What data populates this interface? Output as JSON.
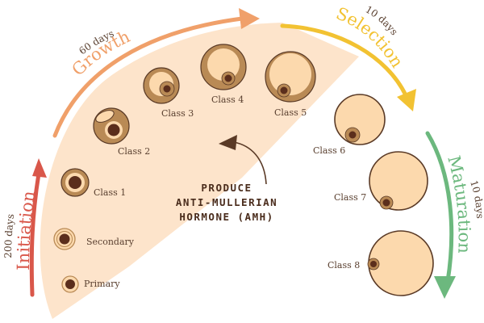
{
  "phases": [
    {
      "name": "Initiation",
      "days": "200 days",
      "color": "#d9574a"
    },
    {
      "name": "Growth",
      "days": "60 days",
      "color": "#f0a06a"
    },
    {
      "name": "Selection",
      "days": "10 days",
      "color": "#f2c232"
    },
    {
      "name": "Maturation",
      "days": "10 days",
      "color": "#6cb87e"
    }
  ],
  "follicles": [
    {
      "label": "Primary"
    },
    {
      "label": "Secondary"
    },
    {
      "label": "Class 1"
    },
    {
      "label": "Class 2"
    },
    {
      "label": "Class 3"
    },
    {
      "label": "Class 4"
    },
    {
      "label": "Class 5"
    },
    {
      "label": "Class 6"
    },
    {
      "label": "Class 7"
    },
    {
      "label": "Class 8"
    }
  ],
  "amh_text": [
    "PRODUCE",
    "ANTI-MULLERIAN",
    "HORMONE (AMH)"
  ],
  "colors": {
    "wedge": "#fde4cb",
    "follicle_ring": "#b98a55",
    "follicle_fill": "#fcd9ad",
    "outline": "#5a3a26",
    "nucleus": "#5b2e1c",
    "text": "#5a4030"
  }
}
